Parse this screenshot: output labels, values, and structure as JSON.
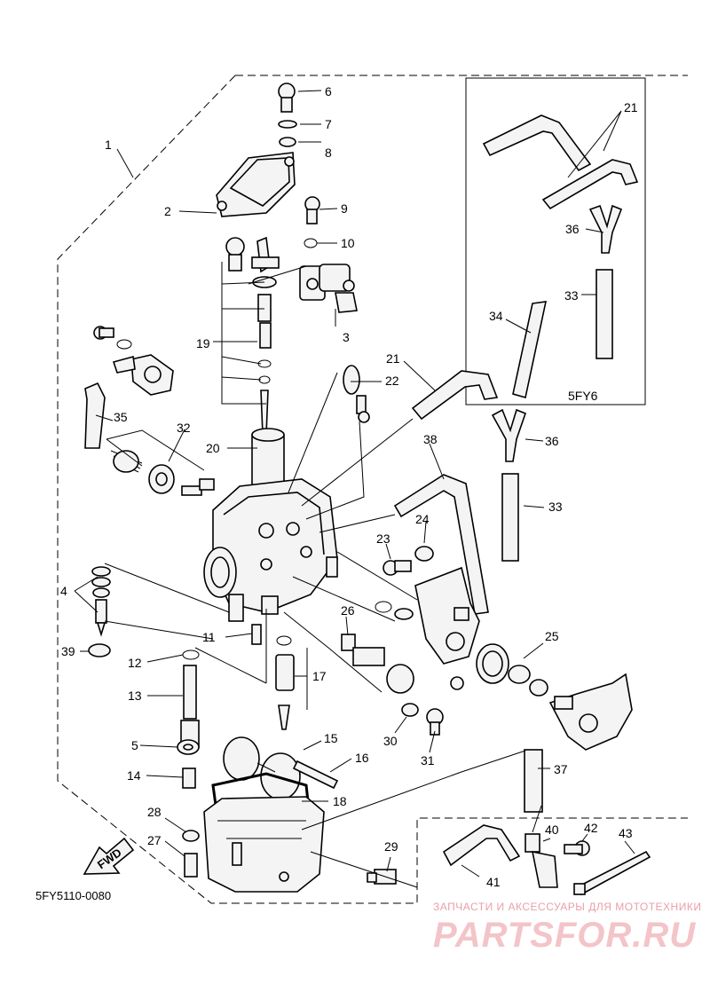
{
  "diagram": {
    "callouts": [
      {
        "id": "c1",
        "text": "1"
      },
      {
        "id": "c2",
        "text": "2"
      },
      {
        "id": "c3",
        "text": "3"
      },
      {
        "id": "c4",
        "text": "4"
      },
      {
        "id": "c5",
        "text": "5"
      },
      {
        "id": "c6",
        "text": "6"
      },
      {
        "id": "c7",
        "text": "7"
      },
      {
        "id": "c8",
        "text": "8"
      },
      {
        "id": "c9",
        "text": "9"
      },
      {
        "id": "c10",
        "text": "10"
      },
      {
        "id": "c11",
        "text": "11"
      },
      {
        "id": "c12",
        "text": "12"
      },
      {
        "id": "c13",
        "text": "13"
      },
      {
        "id": "c14",
        "text": "14"
      },
      {
        "id": "c15",
        "text": "15"
      },
      {
        "id": "c16",
        "text": "16"
      },
      {
        "id": "c17",
        "text": "17"
      },
      {
        "id": "c18",
        "text": "18"
      },
      {
        "id": "c19",
        "text": "19"
      },
      {
        "id": "c20",
        "text": "20"
      },
      {
        "id": "c21a",
        "text": "21"
      },
      {
        "id": "c21b",
        "text": "21"
      },
      {
        "id": "c22",
        "text": "22"
      },
      {
        "id": "c23",
        "text": "23"
      },
      {
        "id": "c24",
        "text": "24"
      },
      {
        "id": "c25",
        "text": "25"
      },
      {
        "id": "c26",
        "text": "26"
      },
      {
        "id": "c27",
        "text": "27"
      },
      {
        "id": "c28",
        "text": "28"
      },
      {
        "id": "c29",
        "text": "29"
      },
      {
        "id": "c30",
        "text": "30"
      },
      {
        "id": "c31",
        "text": "31"
      },
      {
        "id": "c32",
        "text": "32"
      },
      {
        "id": "c33a",
        "text": "33"
      },
      {
        "id": "c33b",
        "text": "33"
      },
      {
        "id": "c34",
        "text": "34"
      },
      {
        "id": "c35",
        "text": "35"
      },
      {
        "id": "c36a",
        "text": "36"
      },
      {
        "id": "c36b",
        "text": "36"
      },
      {
        "id": "c37",
        "text": "37"
      },
      {
        "id": "c38",
        "text": "38"
      },
      {
        "id": "c39",
        "text": "39"
      },
      {
        "id": "c40",
        "text": "40"
      },
      {
        "id": "c41",
        "text": "41"
      },
      {
        "id": "c42",
        "text": "42"
      },
      {
        "id": "c43",
        "text": "43"
      }
    ],
    "inset_model": "5FY6",
    "fwd_label": "FWD",
    "figure_code": "5FY5110-0080"
  },
  "watermark": {
    "caption": "ЗАПЧАСТИ И АКСЕССУАРЫ ДЛЯ МОТОТЕХНИКИ",
    "brand": "PARTSFOR.RU"
  },
  "colors": {
    "ink": "#000000",
    "paper": "#ffffff",
    "watermark": "#f3c4c8"
  }
}
